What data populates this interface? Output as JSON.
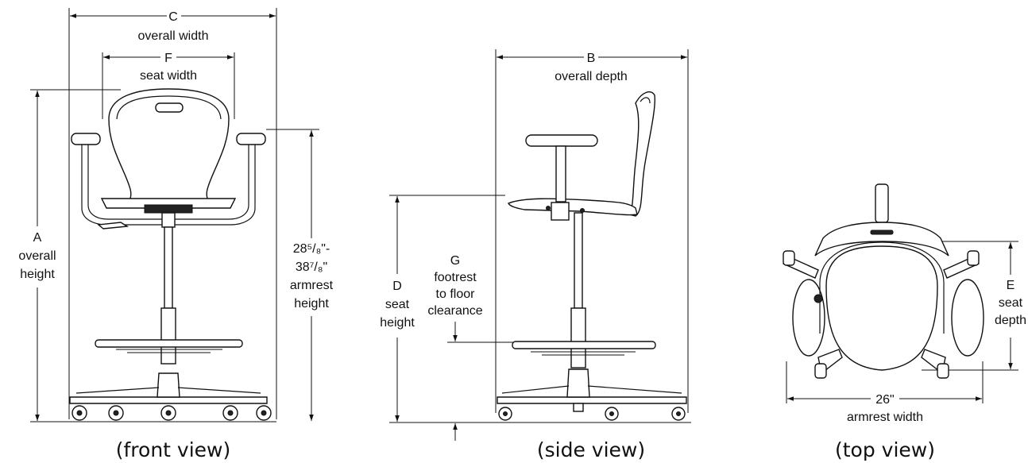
{
  "front_view": {
    "caption": "(front view)",
    "dim_c": {
      "letter": "C",
      "label": "overall width"
    },
    "dim_f": {
      "letter": "F",
      "label": "seat width"
    },
    "dim_a": {
      "letter": "A",
      "label_line1": "overall",
      "label_line2": "height"
    },
    "dim_armrest_height": {
      "value_line1": "28⁵/₈\"-",
      "value_line2": "38⁷/₈\"",
      "label_line1": "armrest",
      "label_line2": "height"
    }
  },
  "side_view": {
    "caption": "(side view)",
    "dim_b": {
      "letter": "B",
      "label": "overall depth"
    },
    "dim_d": {
      "letter": "D",
      "label_line1": "seat",
      "label_line2": "height"
    },
    "dim_g": {
      "letter": "G",
      "label_line1": "footrest",
      "label_line2": "to floor",
      "label_line3": "clearance"
    }
  },
  "top_view": {
    "caption": "(top view)",
    "dim_e": {
      "letter": "E",
      "label_line1": "seat",
      "label_line2": "depth"
    },
    "dim_armrest_width": {
      "value": "26\"",
      "label": "armrest width"
    }
  },
  "icons": [
    "arrowhead-icon"
  ]
}
